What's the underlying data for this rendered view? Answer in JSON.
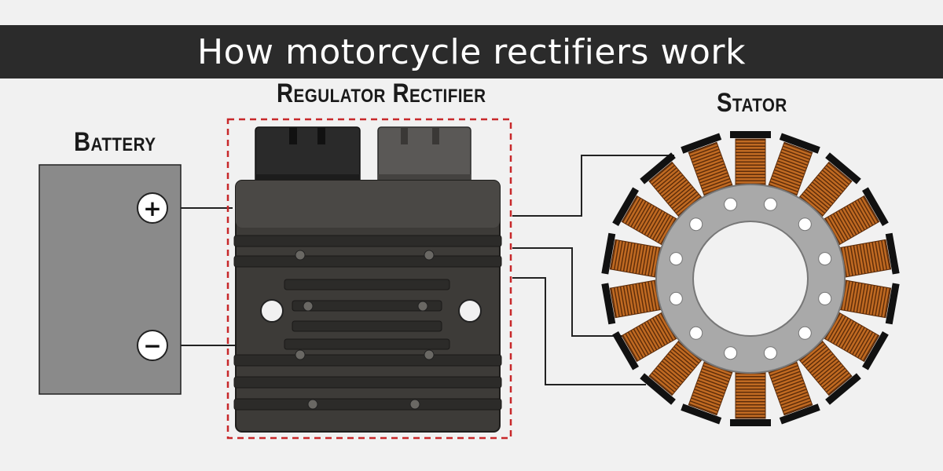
{
  "title": "How motorcycle rectifiers work",
  "components": {
    "battery": {
      "label": "Battery",
      "positive_symbol": "+",
      "negative_symbol": "−"
    },
    "regulator_rectifier": {
      "label": "Regulator Rectifier"
    },
    "stator": {
      "label": "Stator"
    }
  },
  "colors": {
    "title_bar": "#2b2b2b",
    "battery_body": "#8a8a8a",
    "regulator_body": "#3d3b38",
    "dashed_outline": "#c8282a",
    "coil": "#c06a22",
    "stator_core": "#a9a9a9"
  }
}
